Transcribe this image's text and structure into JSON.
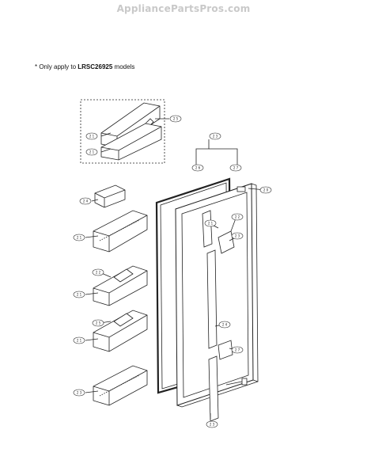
{
  "site_name": "AppliancePartsPros.com",
  "note": {
    "prefix": "* Only apply to",
    "model": "LRSC26925",
    "suffix": "models"
  },
  "callouts": [
    {
      "id": "c-1",
      "label": "2 5"
    },
    {
      "id": "c-2",
      "label": "2 1"
    },
    {
      "id": "c-3",
      "label": "2 1"
    },
    {
      "id": "c-4",
      "label": "2 3"
    },
    {
      "id": "c-5",
      "label": "2 6"
    },
    {
      "id": "c-6",
      "label": "2 7"
    },
    {
      "id": "c-7",
      "label": "2 0"
    },
    {
      "id": "c-8",
      "label": "2 4"
    },
    {
      "id": "c-9",
      "label": "2 1"
    },
    {
      "id": "c-10",
      "label": "2 2"
    },
    {
      "id": "c-11",
      "label": "2 1"
    },
    {
      "id": "c-12",
      "label": "2 5"
    },
    {
      "id": "c-13",
      "label": "2 1"
    },
    {
      "id": "c-14",
      "label": "2 3"
    },
    {
      "id": "c-15",
      "label": "2 1"
    },
    {
      "id": "c-16",
      "label": "2 2"
    },
    {
      "id": "c-17",
      "label": "2 3"
    },
    {
      "id": "c-18",
      "label": "2 4"
    },
    {
      "id": "c-19",
      "label": "2 7"
    },
    {
      "id": "c-20",
      "label": "2 3"
    }
  ]
}
